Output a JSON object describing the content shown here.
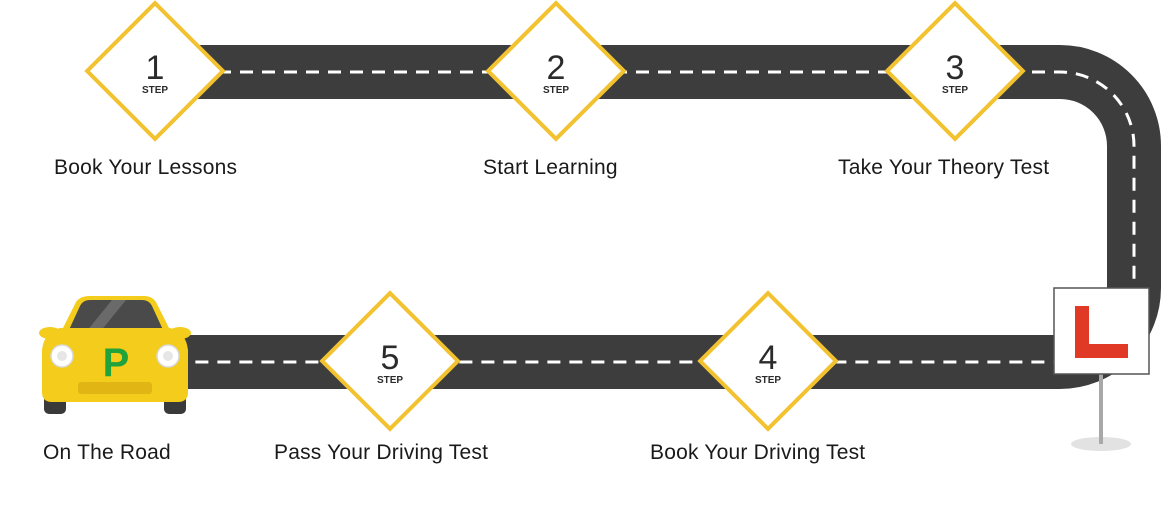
{
  "colors": {
    "road": "#3d3d3d",
    "dash": "#ffffff",
    "diamond_border": "#f2c230",
    "car_body": "#f4cc1c",
    "p_plate_letter": "#1fa33a",
    "l_plate_letter": "#e03a26"
  },
  "steps": [
    {
      "number": "1",
      "step_word": "STEP",
      "label": "Book Your Lessons"
    },
    {
      "number": "2",
      "step_word": "STEP",
      "label": "Start Learning"
    },
    {
      "number": "3",
      "step_word": "STEP",
      "label": "Take Your Theory Test"
    },
    {
      "number": "4",
      "step_word": "STEP",
      "label": "Book Your Driving Test"
    },
    {
      "number": "5",
      "step_word": "STEP",
      "label": "Pass Your Driving Test"
    }
  ],
  "car": {
    "plate_letter": "P",
    "label": "On The Road",
    "icon": "car-icon"
  },
  "l_sign": {
    "letter": "L",
    "icon": "learner-plate-icon"
  }
}
